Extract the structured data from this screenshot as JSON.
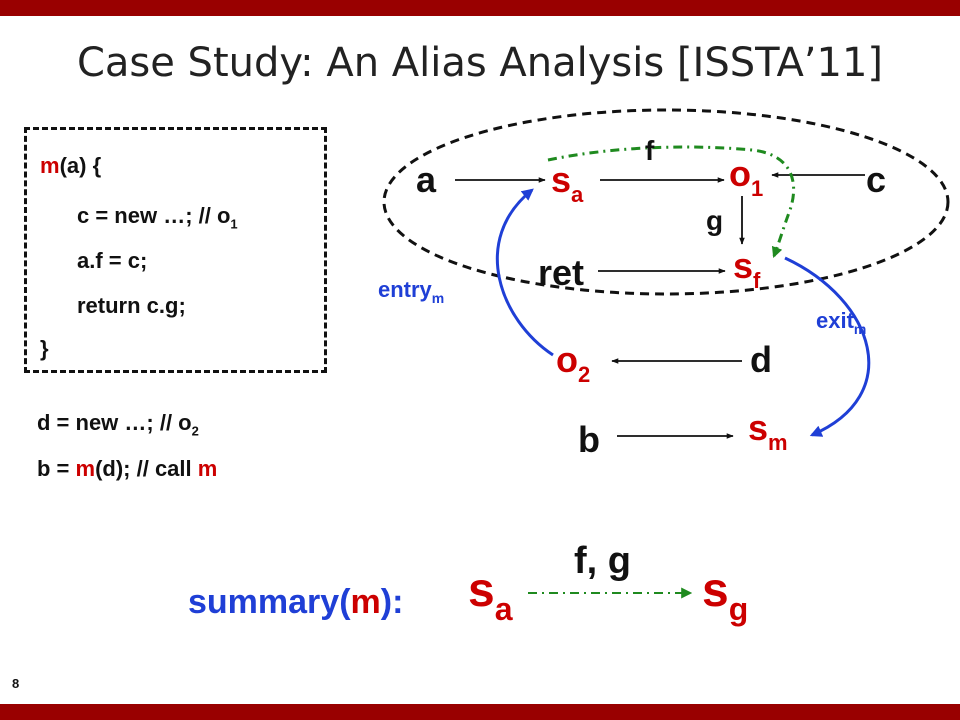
{
  "slide": {
    "title": "Case Study: An Alias Analysis [ISSTA’11]",
    "page_number": "8"
  },
  "colors": {
    "bar": "#990000",
    "red": "#cc0000",
    "blue": "#1f3fd6",
    "green": "#1f8a1f",
    "black": "#111111"
  },
  "code": {
    "method": {
      "signature_name": "m",
      "signature_rest": "(a) {",
      "line1_main": "c = new …; // o",
      "line1_sub": "1",
      "line2": "a.f = c;",
      "line3": "return c.g;",
      "close": "}"
    },
    "caller": {
      "line1_main": "d = new …; // o",
      "line1_sub": "2",
      "line2_prefix": "b = ",
      "line2_call": "m",
      "line2_mid": "(d); // call ",
      "line2_end": "m"
    }
  },
  "graph": {
    "nodes": {
      "a": "a",
      "c": "c",
      "ret": "ret",
      "d": "d",
      "b": "b",
      "s_a_base": "s",
      "s_a_sub": "a",
      "o1_base": "o",
      "o1_sub": "1",
      "s_f_base": "s",
      "s_f_sub": "f",
      "o2_base": "o",
      "o2_sub": "2",
      "s_m_base": "s",
      "s_m_sub": "m"
    },
    "edge_labels": {
      "f": "f",
      "g": "g",
      "entry_base": "entry",
      "entry_sub": "m",
      "exit_base": "exit",
      "exit_sub": "m"
    }
  },
  "summary": {
    "label_name": "summary(",
    "label_m": "m",
    "label_close": "):",
    "from_base": "s",
    "from_sub": "a",
    "to_base": "s",
    "to_sub": "g",
    "edge_label": "f, g"
  }
}
